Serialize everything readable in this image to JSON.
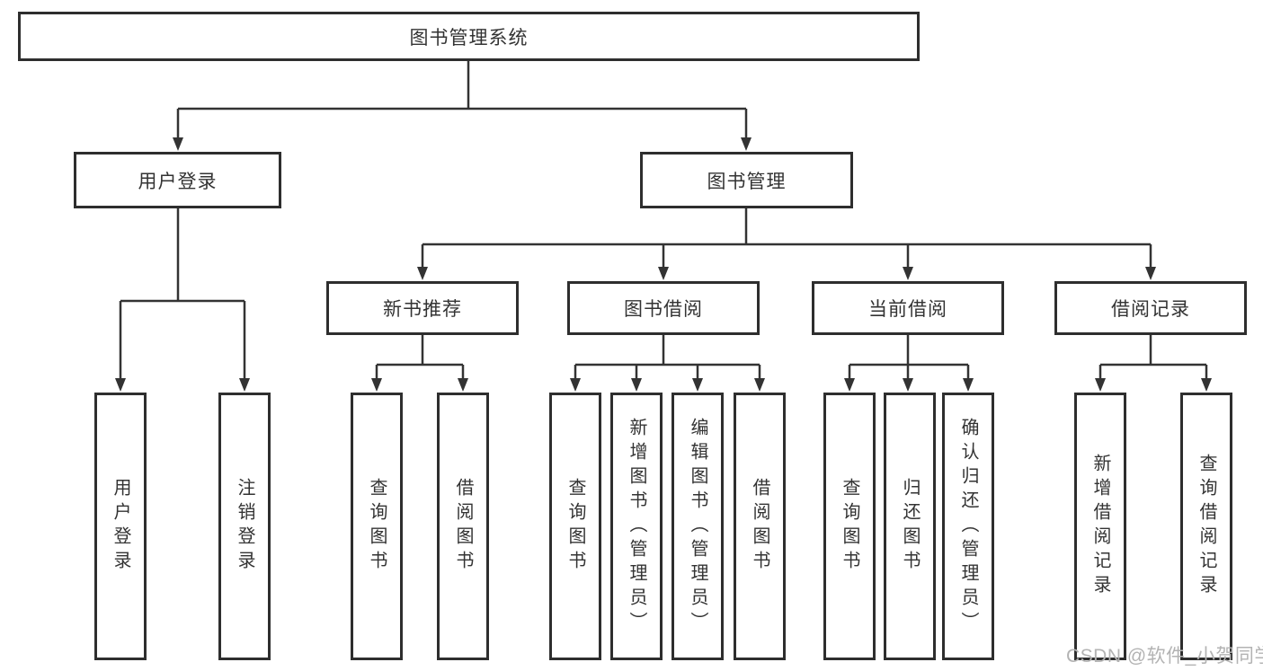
{
  "tree": {
    "label": "图书管理系统",
    "children": [
      {
        "label": "用户登录",
        "children": [
          {
            "label": "用户登录"
          },
          {
            "label": "注销登录"
          }
        ]
      },
      {
        "label": "图书管理",
        "children": [
          {
            "label": "新书推荐",
            "children": [
              {
                "label": "查询图书"
              },
              {
                "label": "借阅图书"
              }
            ]
          },
          {
            "label": "图书借阅",
            "children": [
              {
                "label": "查询图书"
              },
              {
                "label": "新增图书（管理员）"
              },
              {
                "label": "编辑图书（管理员）"
              },
              {
                "label": "借阅图书"
              }
            ]
          },
          {
            "label": "当前借阅",
            "children": [
              {
                "label": "查询图书"
              },
              {
                "label": "归还图书"
              },
              {
                "label": "确认归还（管理员）"
              }
            ]
          },
          {
            "label": "借阅记录",
            "children": [
              {
                "label": "新增借阅记录"
              },
              {
                "label": "查询借阅记录"
              }
            ]
          }
        ]
      }
    ]
  },
  "watermark": {
    "text": "CSDN @软件_小贺同学"
  },
  "colors": {
    "line": "#333333",
    "border": "#2e2e2e",
    "text": "#333333",
    "watermark": "#b3b3b3"
  }
}
